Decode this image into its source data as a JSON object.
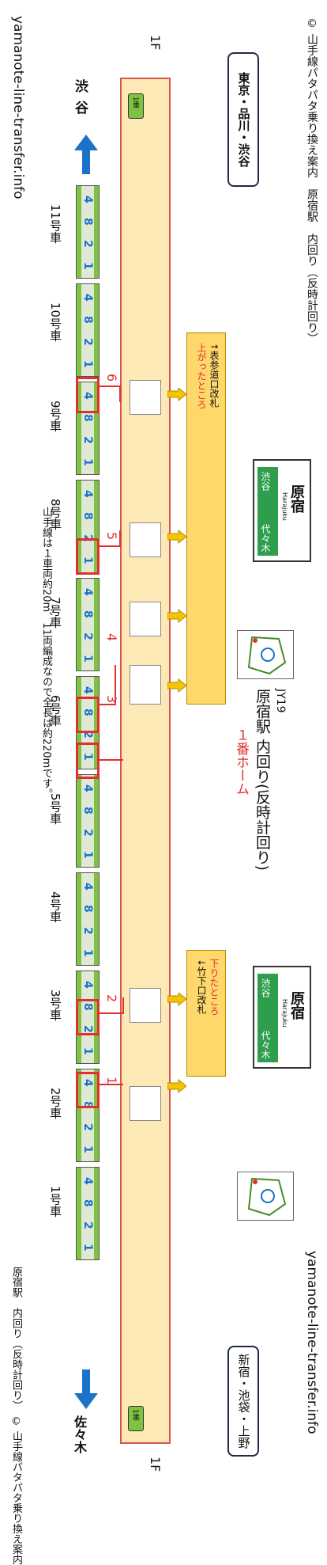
{
  "header": {
    "copyright_top": "© 山手線パタパタ乗り換え案内　原宿駅　内回り（反時計回り）",
    "site_left": "yamanote-line-transfer.info",
    "site_right": "yamanote-line-transfer.info",
    "copyright_bottom": "原宿駅　内回り（反時計回り）　© 山手線パタパタ乗り換え案内"
  },
  "station": {
    "code": "JY19",
    "title": "原宿駅 内回り(反時計回り)",
    "platform": "１番ホーム",
    "note": "山手線は１車両約20m、11両編成なので全長は約220mです。"
  },
  "floors": {
    "top": "1F",
    "bottom": "1F"
  },
  "platform_badge": "1番",
  "direction_top": {
    "station": "渋谷",
    "via": "東京・品川・渋谷"
  },
  "direction_bottom": {
    "station": "佐々木",
    "via": "新宿・池袋・上野"
  },
  "exits": [
    {
      "label": "↑表参道口改札",
      "sublabel": "上がったところ"
    },
    {
      "label": "↓竹下口改札",
      "sublabel": "下りたところ"
    }
  ],
  "sign": {
    "name": "原宿",
    "roman": "Harajuku",
    "prev": "渋谷",
    "next": "代々木"
  },
  "cars": [
    {
      "label": "11号車",
      "doors": [
        "4",
        "8",
        "2",
        "1"
      ]
    },
    {
      "label": "10号車",
      "doors": [
        "4",
        "8",
        "2",
        "1"
      ]
    },
    {
      "label": "9号車",
      "doors": [
        "4",
        "8",
        "2",
        "1"
      ]
    },
    {
      "label": "8号車",
      "doors": [
        "4",
        "8",
        "2",
        "1"
      ]
    },
    {
      "label": "7号車",
      "doors": [
        "4",
        "8",
        "2",
        "1"
      ]
    },
    {
      "label": "6号車",
      "doors": [
        "4",
        "8",
        "2",
        "1"
      ]
    },
    {
      "label": "5号車",
      "doors": [
        "4",
        "8",
        "2",
        "1"
      ]
    },
    {
      "label": "4号車",
      "doors": [
        "4",
        "8",
        "2",
        "1"
      ]
    },
    {
      "label": "3号車",
      "doors": [
        "4",
        "8",
        "2",
        "1"
      ]
    },
    {
      "label": "2号車",
      "doors": [
        "4",
        "8",
        "2",
        "1"
      ]
    },
    {
      "label": "1号車",
      "doors": [
        "4",
        "8",
        "2",
        "1"
      ]
    }
  ],
  "markers": [
    "6",
    "5",
    "4",
    "3",
    "2",
    "1"
  ],
  "colors": {
    "accent": "#e03030",
    "line_green": "#7fc241",
    "arrow_blue": "#1a73c9",
    "concourse": "#ffd86b"
  }
}
